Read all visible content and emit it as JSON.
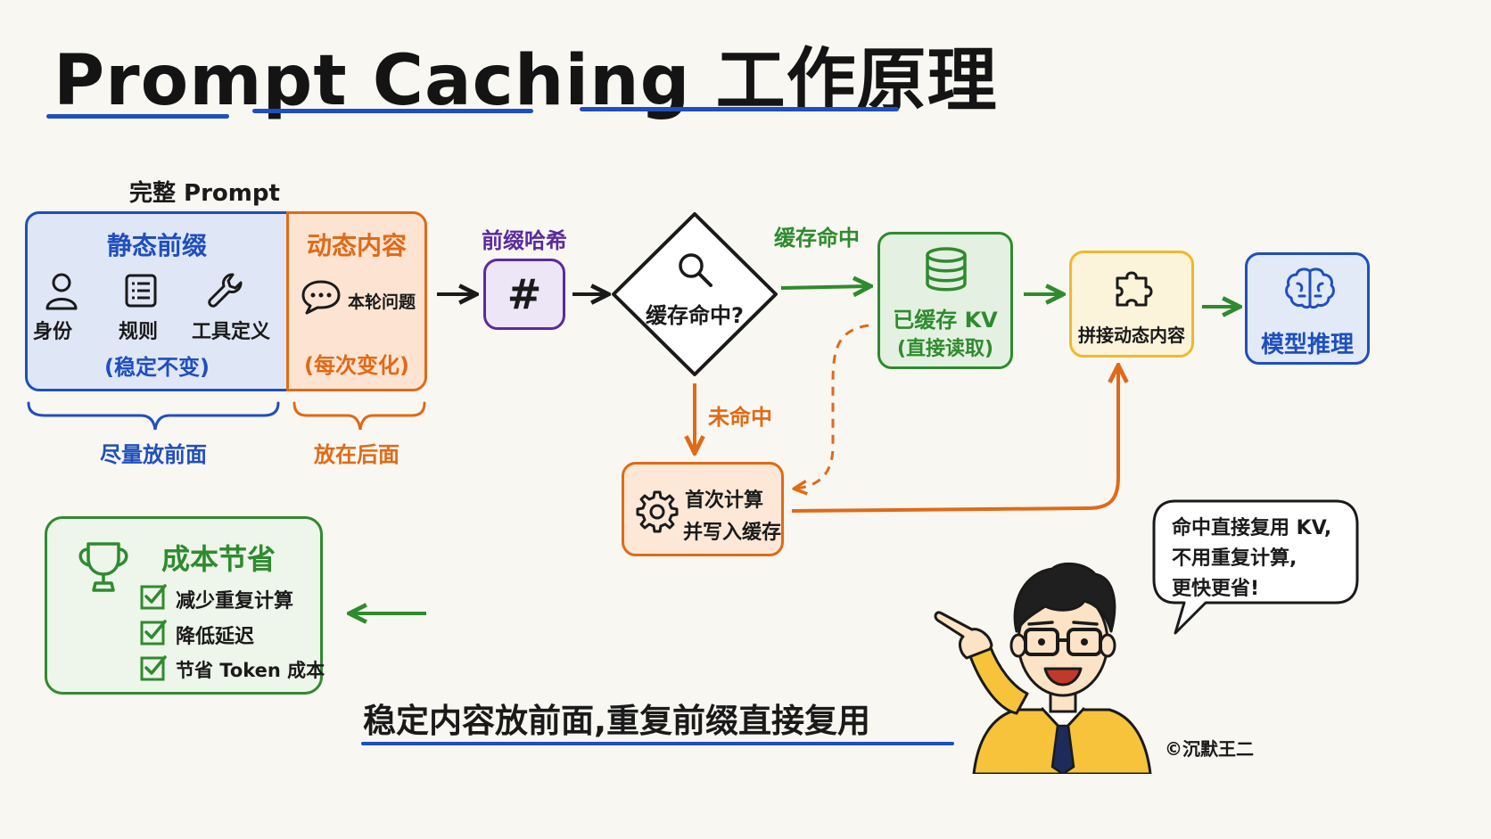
{
  "title": "Prompt Caching 工作原理",
  "prompt_box": {
    "title": "完整 Prompt",
    "static": {
      "heading": "静态前缀",
      "items": [
        {
          "label": "身份",
          "icon": "person-icon"
        },
        {
          "label": "规则",
          "icon": "document-list-icon"
        },
        {
          "label": "工具定义",
          "icon": "wrench-icon"
        }
      ],
      "note": "(稳定不变)",
      "brace_label": "尽量放前面"
    },
    "dynamic": {
      "heading": "动态内容",
      "item": {
        "label": "本轮问题",
        "icon": "chat-bubble-icon"
      },
      "note": "(每次变化)",
      "brace_label": "放在后面"
    }
  },
  "flow": {
    "hash": {
      "label": "前缀哈希",
      "symbol": "#"
    },
    "decision": {
      "label": "缓存命中?"
    },
    "hit_label": "缓存命中",
    "miss_label": "未命中",
    "cached_kv": {
      "line1": "已缓存 KV",
      "line2": "(直接读取)",
      "icon": "database-icon"
    },
    "compute": {
      "line1": "首次计算",
      "line2": "并写入缓存",
      "icon": "gear-icon"
    },
    "concat": {
      "label": "拼接动态内容",
      "icon": "puzzle-icon"
    },
    "infer": {
      "label": "模型推理",
      "icon": "brain-icon"
    }
  },
  "savings": {
    "heading": "成本节省",
    "icon": "trophy-icon",
    "items": [
      "减少重复计算",
      "降低延迟",
      "节省 Token 成本"
    ]
  },
  "bottom_caption": "稳定内容放前面,重复前缀直接复用",
  "speech": {
    "lines": [
      "命中直接复用 KV,",
      "不用重复计算,",
      "更快更省!"
    ]
  },
  "copyright": "©沉默王二",
  "colors": {
    "blue": "#1f4fbf",
    "orange": "#e06a17",
    "green": "#2e8b2e",
    "purple": "#5b2aa0",
    "yellow": "#f0b92a",
    "black": "#1a1a1a"
  }
}
